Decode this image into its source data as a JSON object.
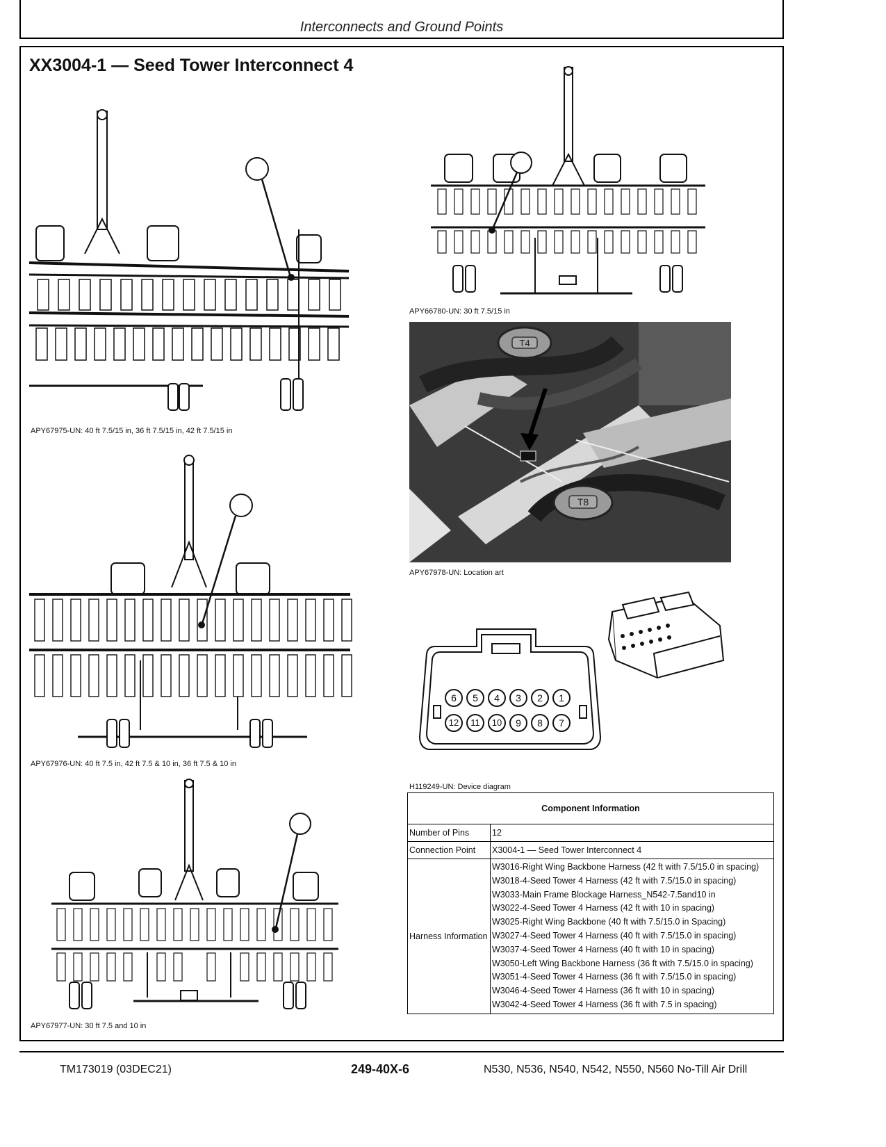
{
  "header": {
    "title": "Interconnects and Ground Points"
  },
  "section": {
    "title": "XX3004-1 — Seed Tower Interconnect 4"
  },
  "figures": [
    {
      "id": "fig1",
      "caption": "APY67975-UN: 40 ft 7.5/15 in, 36 ft 7.5/15 in, 42 ft 7.5/15 in"
    },
    {
      "id": "fig2",
      "caption": "APY66780-UN: 30 ft 7.5/15 in"
    },
    {
      "id": "fig3",
      "caption": "APY67978-UN: Location art",
      "labels": [
        "T4",
        "T8"
      ]
    },
    {
      "id": "fig4",
      "caption": "APY67976-UN: 40 ft 7.5 in, 42 ft 7.5 & 10 in, 36 ft 7.5 & 10 in"
    },
    {
      "id": "fig5",
      "caption": "H119249-UN: Device diagram",
      "pins_top": [
        "6",
        "5",
        "4",
        "3",
        "2",
        "1"
      ],
      "pins_bottom": [
        "12",
        "11",
        "10",
        "9",
        "8",
        "7"
      ]
    },
    {
      "id": "fig6",
      "caption": "APY67977-UN: 30 ft 7.5 and 10 in"
    }
  ],
  "component_info": {
    "heading": "Component Information",
    "rows": [
      {
        "label": "Number of Pins",
        "value": "12"
      },
      {
        "label": "Connection Point",
        "value": "X3004-1 — Seed Tower Interconnect 4"
      }
    ],
    "harness_label": "Harness Information",
    "harness": [
      "W3016-Right Wing Backbone Harness (42 ft with 7.5/15.0 in spacing)",
      "W3018-4-Seed Tower 4 Harness (42 ft with 7.5/15.0 in spacing)",
      "W3033-Main Frame Blockage Harness_N542-7.5and10 in",
      "W3022-4-Seed Tower 4 Harness (42 ft with 10 in spacing)",
      "W3025-Right Wing Backbone (40 ft with 7.5/15.0 in Spacing)",
      "W3027-4-Seed Tower 4 Harness (40 ft with 7.5/15.0 in spacing)",
      "W3037-4-Seed Tower 4 Harness (40 ft with 10 in spacing)",
      "W3050-Left Wing Backbone Harness (36 ft with 7.5/15.0 in spacing)",
      "W3051-4-Seed Tower 4 Harness (36 ft with 7.5/15.0 in spacing)",
      "W3046-4-Seed Tower 4 Harness (36 ft with 10 in spacing)",
      "W3042-4-Seed Tower 4 Harness (36 ft with 7.5 in spacing)"
    ]
  },
  "footer": {
    "doc_id": "TM173019 (03DEC21)",
    "page_number": "249-40X-6",
    "models": "N530, N536, N540, N542, N550, N560 No-Till Air Drill"
  }
}
